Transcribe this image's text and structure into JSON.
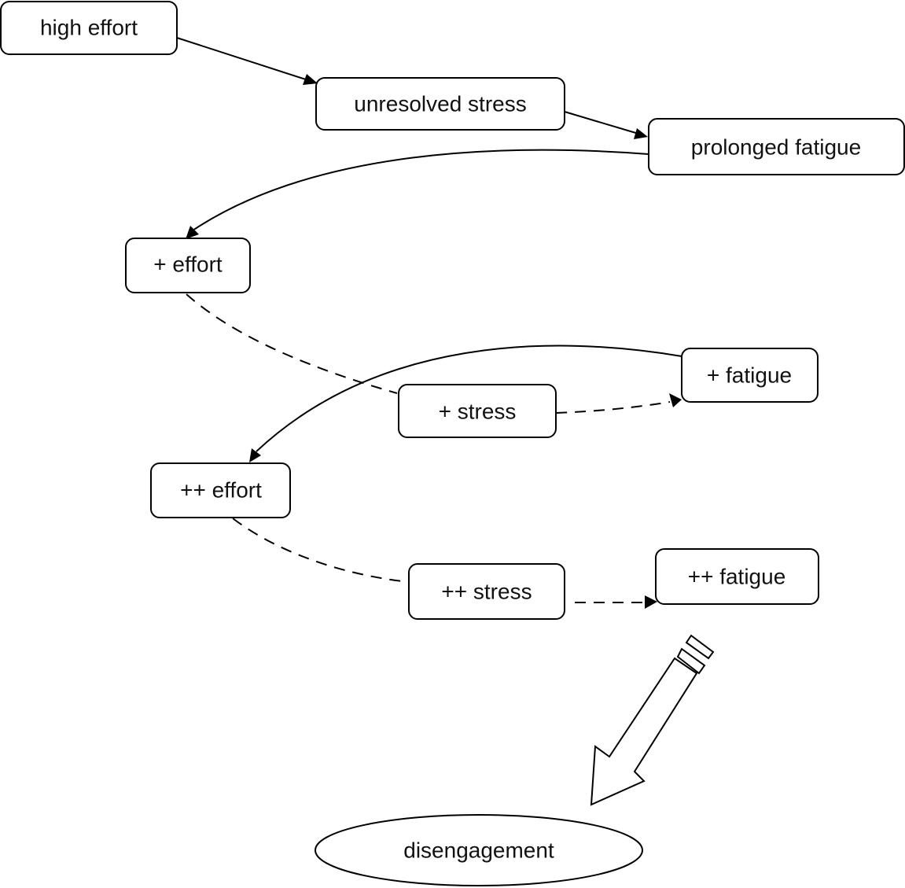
{
  "diagram": {
    "type": "flow",
    "nodes": {
      "high_effort": {
        "label": "high effort",
        "shape": "rounded-rect"
      },
      "unresolved_stress": {
        "label": "unresolved stress",
        "shape": "rounded-rect"
      },
      "prolonged_fatigue": {
        "label": "prolonged fatigue",
        "shape": "rounded-rect"
      },
      "plus_effort": {
        "label": "+ effort",
        "shape": "rounded-rect"
      },
      "plus_stress": {
        "label": "+ stress",
        "shape": "rounded-rect"
      },
      "plus_fatigue": {
        "label": "+ fatigue",
        "shape": "rounded-rect"
      },
      "plusplus_effort": {
        "label": "++ effort",
        "shape": "rounded-rect"
      },
      "plusplus_stress": {
        "label": "++ stress",
        "shape": "rounded-rect"
      },
      "plusplus_fatigue": {
        "label": "++ fatigue",
        "shape": "rounded-rect"
      },
      "disengagement": {
        "label": "disengagement",
        "shape": "ellipse"
      }
    },
    "edges": [
      {
        "from": "high effort",
        "to": "unresolved stress",
        "style": "solid",
        "arrow": true
      },
      {
        "from": "unresolved stress",
        "to": "prolonged fatigue",
        "style": "solid",
        "arrow": true
      },
      {
        "from": "prolonged fatigue",
        "to": "+ effort",
        "style": "solid-curved",
        "arrow": true
      },
      {
        "from": "+ effort",
        "to": "+ stress",
        "style": "dashed",
        "arrow": false
      },
      {
        "from": "+ stress",
        "to": "+ fatigue",
        "style": "dashed",
        "arrow": true
      },
      {
        "from": "+ fatigue",
        "to": "++ effort",
        "style": "solid-curved",
        "arrow": true
      },
      {
        "from": "++ effort",
        "to": "++ stress",
        "style": "dashed",
        "arrow": false
      },
      {
        "from": "++ stress",
        "to": "++ fatigue",
        "style": "dashed",
        "arrow": true
      },
      {
        "from": "++ fatigue",
        "to": "disengagement",
        "style": "block-arrow",
        "arrow": true
      }
    ]
  }
}
